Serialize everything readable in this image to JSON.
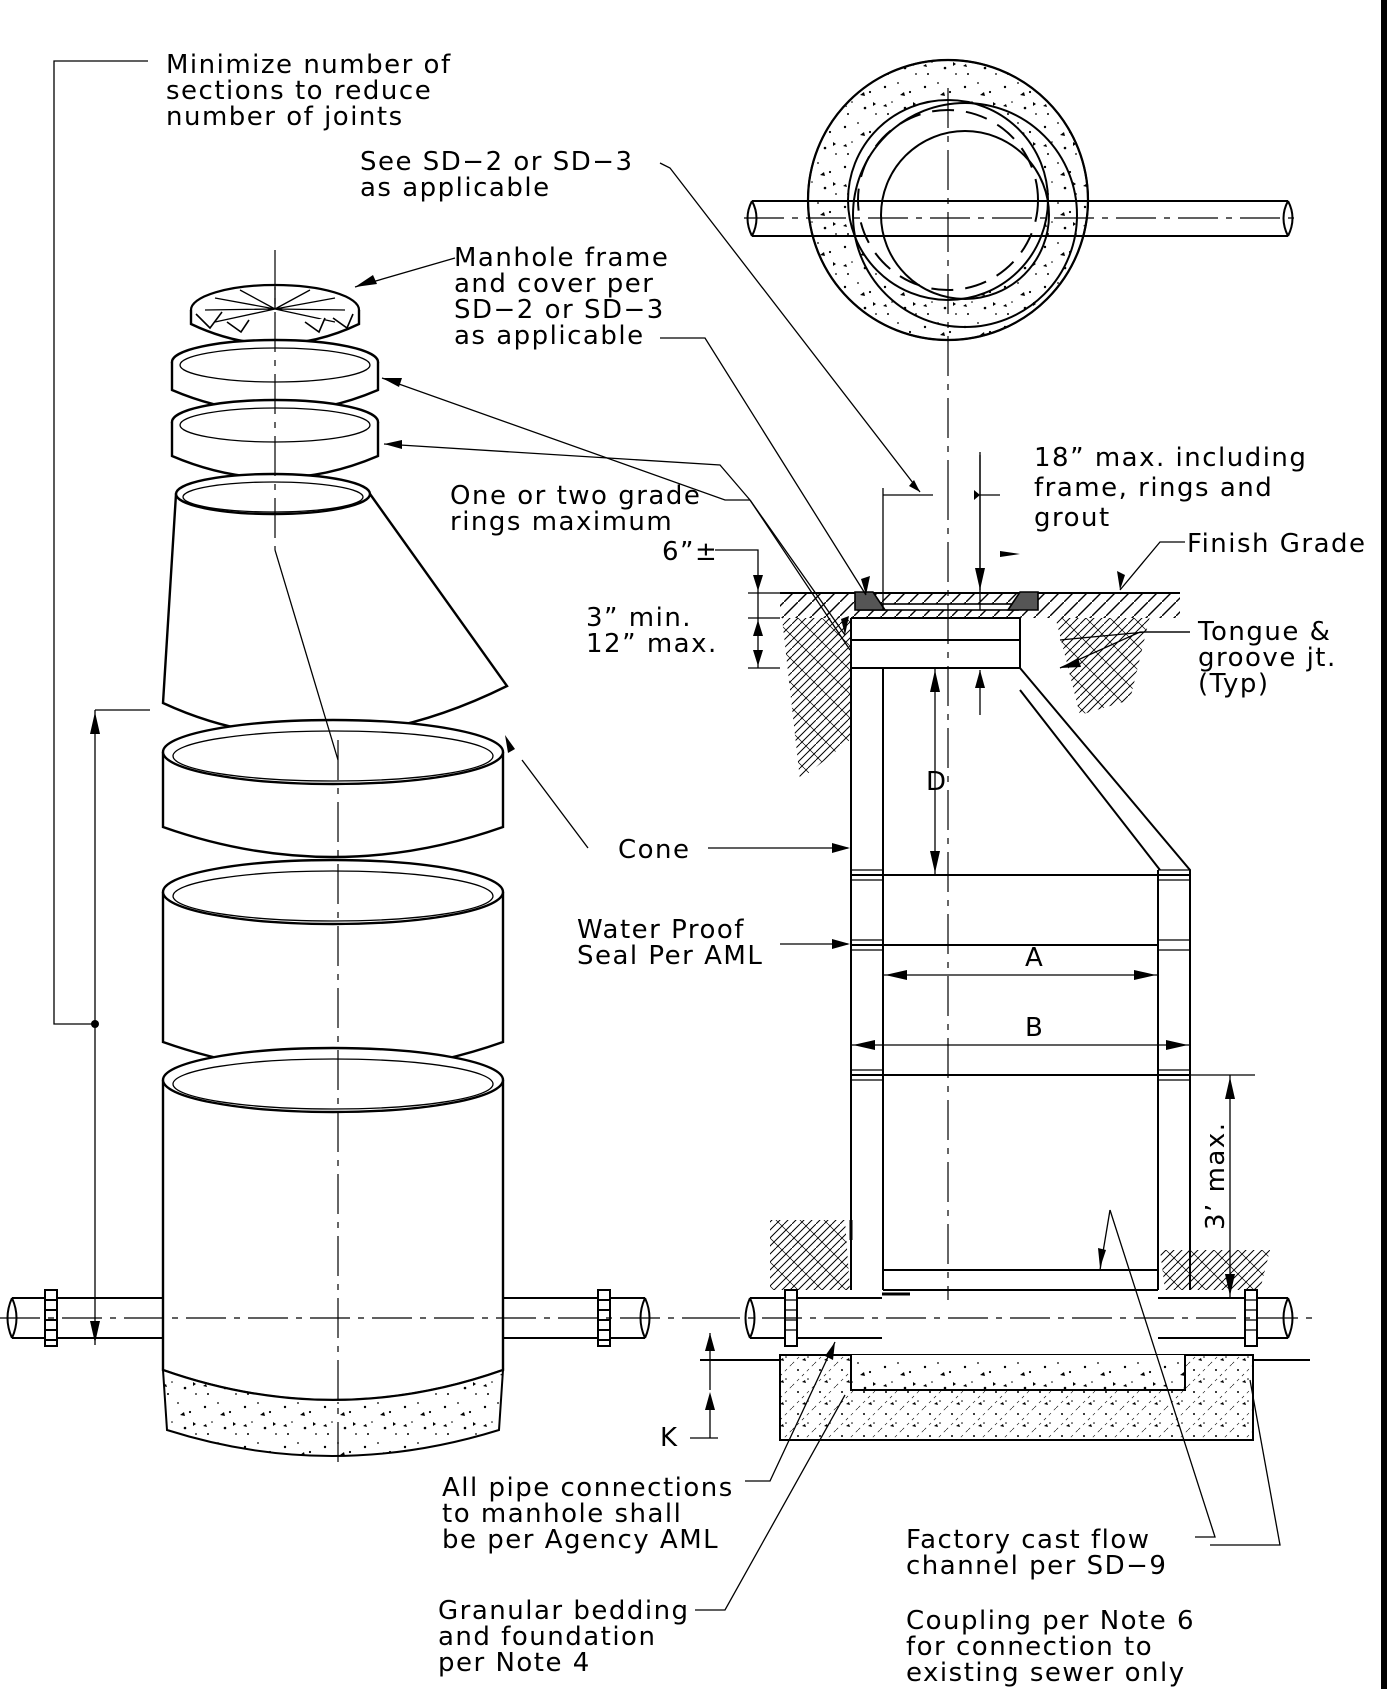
{
  "labels": {
    "minimize_sections": [
      "Minimize number of",
      "sections to reduce",
      "number of joints"
    ],
    "see_sd": [
      "See SD−2 or SD−3",
      "as applicable"
    ],
    "frame_cover": [
      "Manhole frame",
      "and cover per",
      "SD−2 or SD−3",
      "as applicable"
    ],
    "grade_rings": [
      "One or two grade",
      "rings maximum"
    ],
    "max_18": [
      "18” max. including",
      "frame, rings and",
      "grout"
    ],
    "finish_grade": "Finish Grade",
    "six_inch": "6”±",
    "min_max_rings": [
      "3” min.",
      "12” max."
    ],
    "tongue_groove": [
      "Tongue &",
      "groove jt.",
      "(Typ)"
    ],
    "dim_d": "D",
    "cone": "Cone",
    "water_proof": [
      "Water Proof",
      "Seal Per AML"
    ],
    "dim_a": "A",
    "dim_b": "B",
    "three_ft": "3’ max.",
    "dim_k": "K",
    "pipe_connections": [
      "All pipe connections",
      "to manhole shall",
      "be per Agency AML"
    ],
    "bedding": [
      "Granular bedding",
      "and foundation",
      "per Note 4"
    ],
    "flow_channel": [
      "Factory cast flow",
      "channel per SD−9"
    ],
    "coupling": [
      "Coupling per Note 6",
      "for connection to",
      "existing sewer only"
    ]
  }
}
